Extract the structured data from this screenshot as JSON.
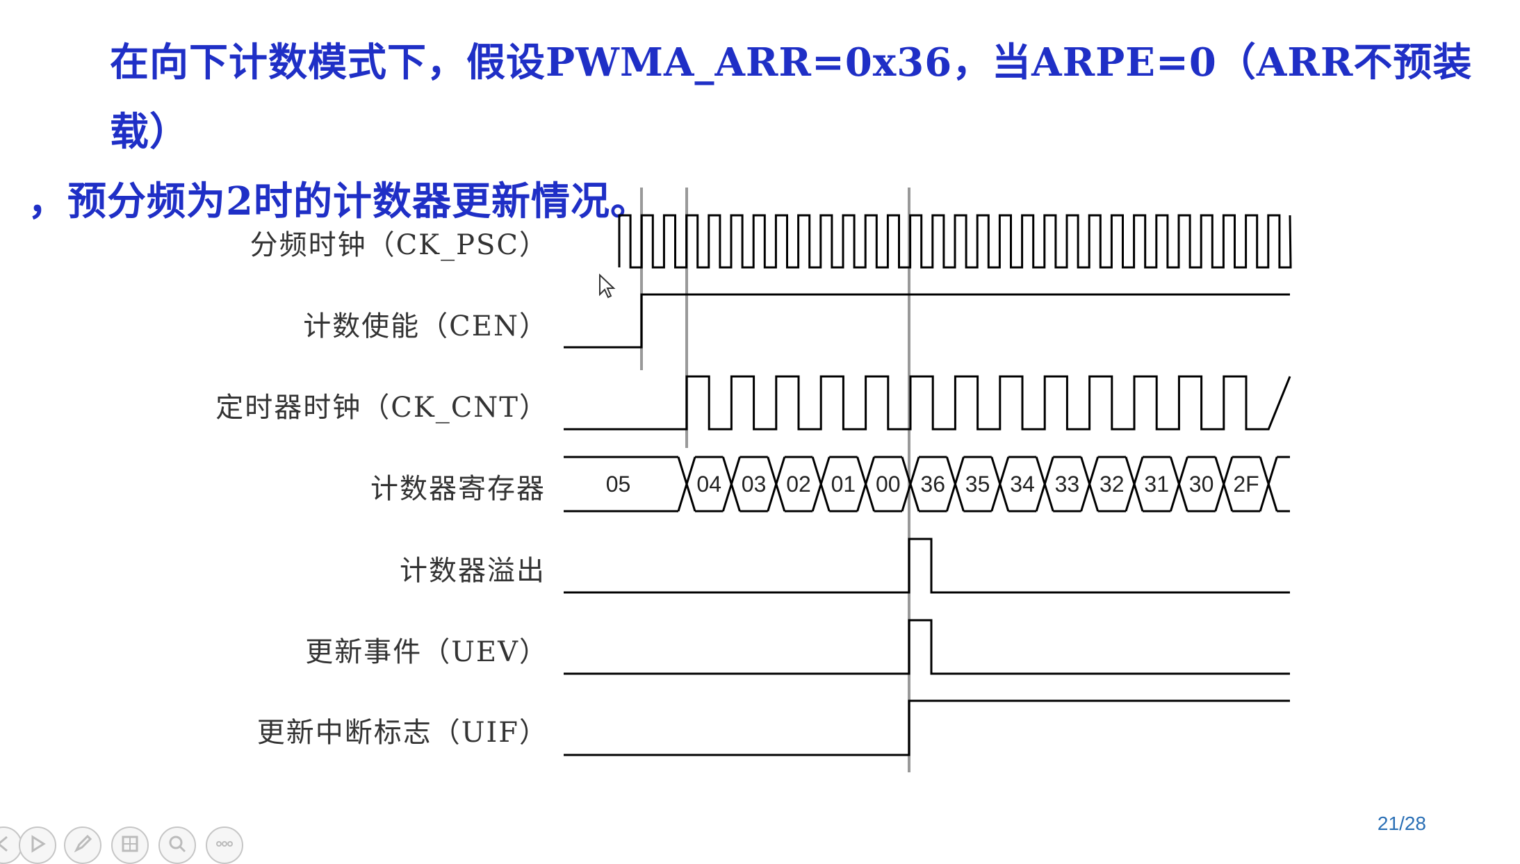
{
  "title": {
    "line1": "在向下计数模式下，假设PWMA_ARR=0x36，当ARPE=0（ARR不预装载）",
    "line2": "，预分频为2时的计数器更新情况。"
  },
  "signals": [
    {
      "label": "分频时钟（CK_PSC）"
    },
    {
      "label": "计数使能（CEN）"
    },
    {
      "label": "定时器时钟（CK_CNT）"
    },
    {
      "label": "计数器寄存器"
    },
    {
      "label": "计数器溢出"
    },
    {
      "label": "更新事件（UEV）"
    },
    {
      "label": "更新中断标志（UIF）"
    }
  ],
  "counter_values": [
    "05",
    "04",
    "03",
    "02",
    "01",
    "00",
    "36",
    "35",
    "34",
    "33",
    "32",
    "31",
    "30",
    "2F"
  ],
  "page": "21/28",
  "colors": {
    "title": "#1f2fc6",
    "waveform": "#000000",
    "marker": "#999999",
    "page_number": "#2a6fb5"
  },
  "toolbar": [
    "back-icon",
    "play-icon",
    "pen-icon",
    "slides-icon",
    "zoom-icon",
    "more-icon"
  ]
}
